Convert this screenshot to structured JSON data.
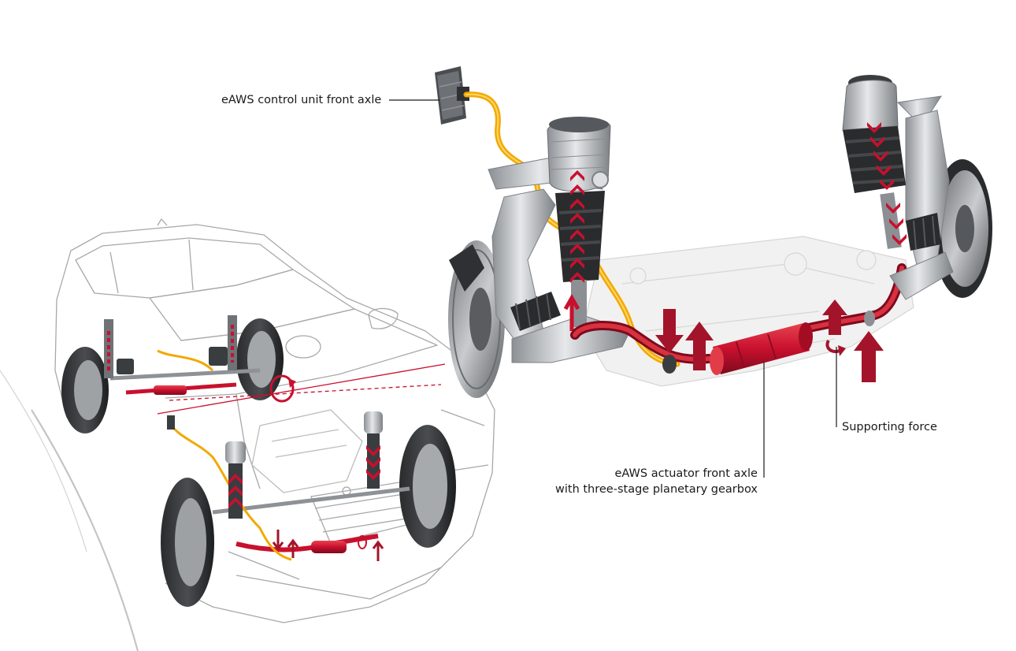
{
  "labels": {
    "control_unit": "eAWS control unit front axle",
    "actuator_line1": "eAWS actuator front axle",
    "actuator_line2": "with three-stage planetary gearbox",
    "supporting_force": "Supporting force"
  },
  "colors": {
    "stabilizer_red": "#c8102e",
    "arrow_red": "#a3142a",
    "cable_yellow": "#f2a900",
    "metal": "#bfc3c7",
    "dark_metal": "#3a3d40",
    "outline_gray": "#9a9a9a",
    "leader": "#1a1a1a"
  },
  "icons": {
    "force_arrow": "arrow-up-icon",
    "rotation": "rotation-arrow-icon"
  }
}
